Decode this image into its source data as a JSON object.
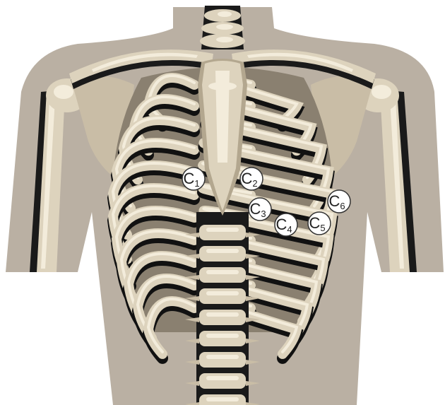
{
  "colors": {
    "background": "#ffffff",
    "torso": "#bab0a3",
    "bone": "#ddd3bd",
    "bone_highlight": "#f3ecdb",
    "bone_shadow": "#9e917a",
    "rib_shadow": "#111111",
    "electrode_fill": "#ffffff",
    "electrode_stroke": "#333333"
  },
  "figure": {
    "subject": "anterior skeleton of the chest with precordial ECG electrode positions",
    "electrodes": [
      {
        "id": "c1",
        "letter": "C",
        "index": "1"
      },
      {
        "id": "c2",
        "letter": "C",
        "index": "2"
      },
      {
        "id": "c3",
        "letter": "C",
        "index": "3"
      },
      {
        "id": "c4",
        "letter": "C",
        "index": "4"
      },
      {
        "id": "c5",
        "letter": "C",
        "index": "5"
      },
      {
        "id": "c6",
        "letter": "C",
        "index": "6"
      }
    ]
  }
}
